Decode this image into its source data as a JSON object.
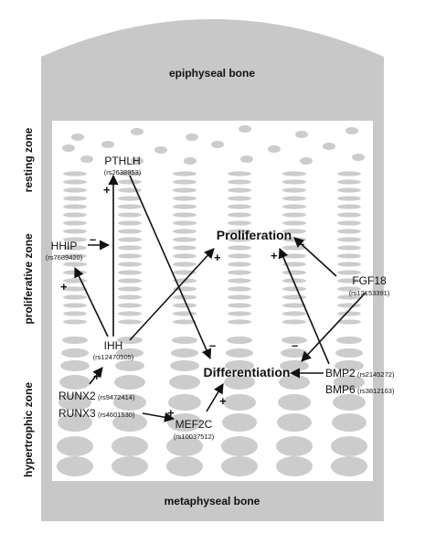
{
  "bones": {
    "top": "epiphyseal bone",
    "bottom": "metaphyseal bone"
  },
  "zones": {
    "resting": "resting zone",
    "proliferative": "proliferative zone",
    "hypertrophic": "hypertrophic zone"
  },
  "processes": {
    "proliferation": "Proliferation",
    "differentiation": "Differentiation"
  },
  "genes": {
    "pthlh": {
      "name": "PTHLH",
      "snp": "(rs2638953)"
    },
    "hhip": {
      "name": "HHIP",
      "snp": "(rs7689420)"
    },
    "ihh": {
      "name": "IHH",
      "snp": "(rs12470505)"
    },
    "runx2": {
      "name": "RUNX2",
      "snp": "(rs9472414)"
    },
    "runx3": {
      "name": "RUNX3",
      "snp": "(rs4601530)"
    },
    "mef2c": {
      "name": "MEF2C",
      "snp": "(rs10037512)"
    },
    "fgf18": {
      "name": "FGF18",
      "snp": "(rs12153391)"
    },
    "bmp2": {
      "name": "BMP2",
      "snp": "(rs2145272)"
    },
    "bmp6": {
      "name": "BMP6",
      "snp": "(rs3812163)"
    }
  },
  "signs": {
    "plus": "+",
    "minus": "–"
  },
  "colors": {
    "bone": "#c8c8c8",
    "cell": "#cccccc",
    "arrow": "#111111",
    "background": "#ffffff"
  }
}
